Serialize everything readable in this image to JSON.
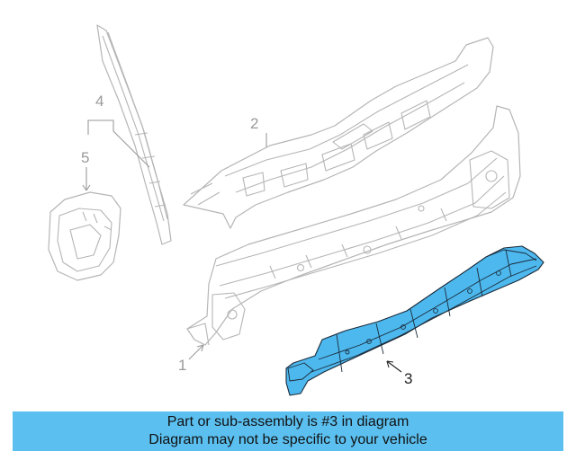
{
  "diagram": {
    "callouts": [
      {
        "label": "1"
      },
      {
        "label": "2"
      },
      {
        "label": "3"
      },
      {
        "label": "4"
      },
      {
        "label": "5"
      }
    ],
    "highlighted_part": "3"
  },
  "banner": {
    "line1": "Part or sub-assembly is #3 in diagram",
    "line2": "Diagram may not be specific to your vehicle"
  },
  "colors": {
    "highlight": "#4db8ee",
    "banner": "#5bc0f0",
    "ghost_outline": "#b5b5b5"
  }
}
